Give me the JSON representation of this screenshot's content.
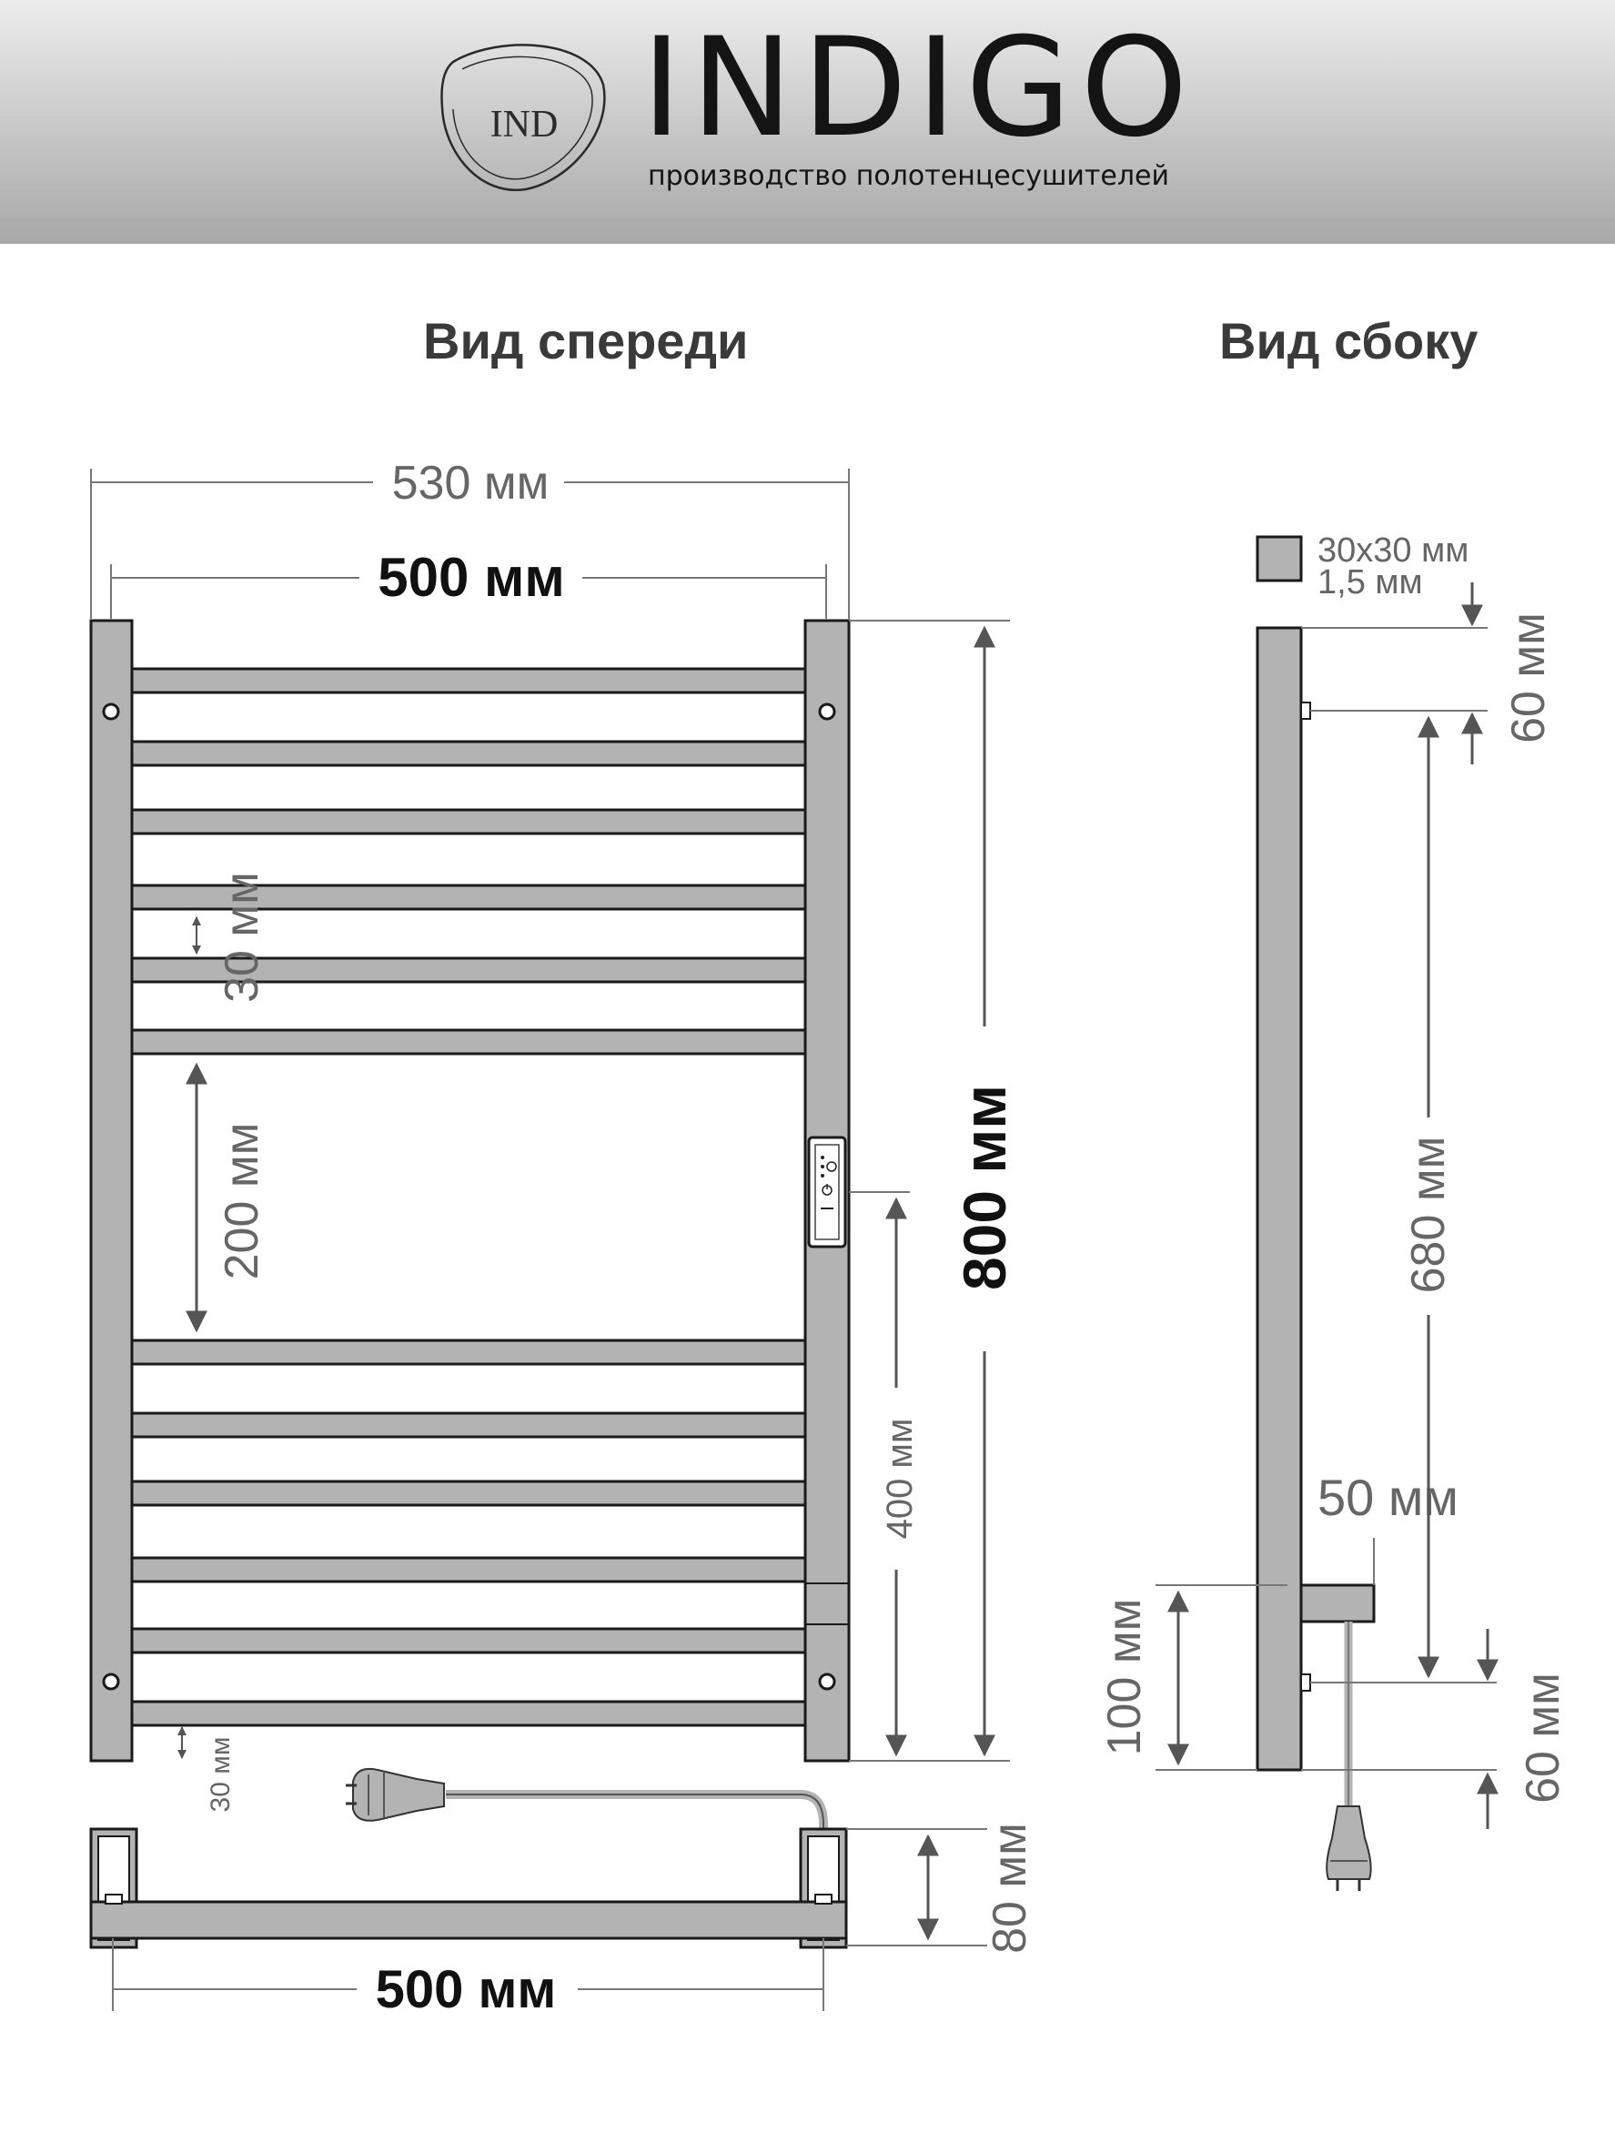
{
  "brand": {
    "logo_monogram": "IND",
    "name": "INDIGO",
    "tagline": "производство полотенцесушителей"
  },
  "views": {
    "front_title": "Вид спереди",
    "side_title": "Вид сбоку"
  },
  "front_view": {
    "overall_width": "530 мм",
    "inner_width": "500 мм",
    "height": "800 мм",
    "rung_spacing": "30 мм",
    "gap": "200 мм",
    "connection_distance": "400 мм",
    "bottom_offset": "30 мм"
  },
  "bottom_view": {
    "width": "500 мм",
    "depth": "80 мм"
  },
  "side_view": {
    "profile_size": "30х30 мм",
    "wall_thickness": "1,5 мм",
    "top_offset": "60 мм",
    "mount_distance": "680 мм",
    "bracket_depth": "50 мм",
    "bracket_height": "100 мм",
    "bottom_offset": "60 мм"
  },
  "colors": {
    "metal": "#b3b3b3",
    "outline": "#1a1a1a",
    "dimension": "#555555",
    "header_top": "#ededed",
    "header_bottom": "#a8a8a8"
  }
}
